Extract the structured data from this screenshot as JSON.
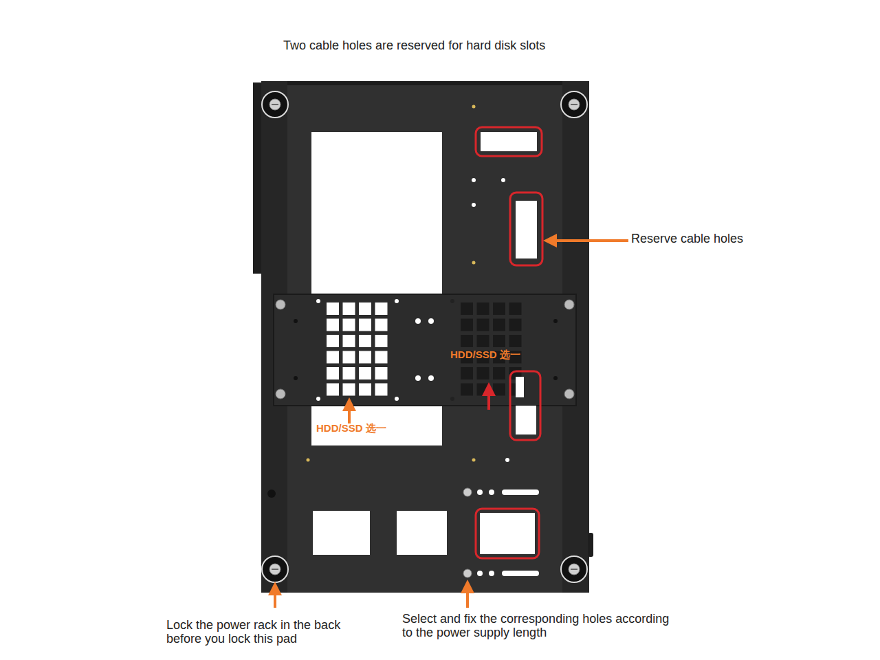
{
  "diagram": {
    "title": "Two cable holes are reserved for hard disk slots",
    "labels": [
      "Reserve cable holes",
      "HDD/SSD 选一",
      "HDD/SSD 选一",
      "Lock the power rack in the back before you lock this pad",
      "Select and fix the corresponding holes according to the power supply length"
    ]
  }
}
